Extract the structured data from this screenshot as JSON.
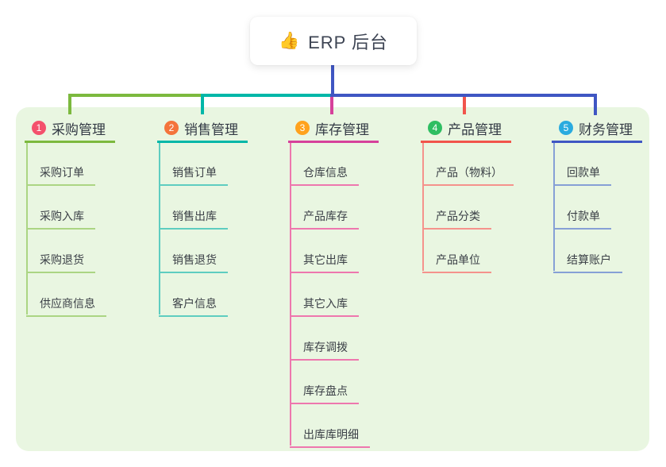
{
  "root": {
    "icon": "👍",
    "title": "ERP 后台"
  },
  "colors": {
    "canvas": "#ffffff",
    "panel": "#e9f6e1",
    "connector_blue": "#3f56c3",
    "title_text": "#3d4453",
    "node_text": "#3a3f46"
  },
  "branches": [
    {
      "index": "1",
      "label": "采购管理",
      "badge_color": "#f4516c",
      "line_color": "#7cb93e",
      "child_line_color": "#abd583",
      "children": [
        "采购订单",
        "采购入库",
        "采购退货",
        "供应商信息"
      ]
    },
    {
      "index": "2",
      "label": "销售管理",
      "badge_color": "#f4743b",
      "line_color": "#00b7a8",
      "child_line_color": "#5ecdc0",
      "children": [
        "销售订单",
        "销售出库",
        "销售退货",
        "客户信息"
      ]
    },
    {
      "index": "3",
      "label": "库存管理",
      "badge_color": "#ffa21d",
      "line_color": "#d6419b",
      "child_line_color": "#ee77ae",
      "children": [
        "仓库信息",
        "产品库存",
        "其它出库",
        "其它入库",
        "库存调拨",
        "库存盘点",
        "出库库明细"
      ]
    },
    {
      "index": "4",
      "label": "产品管理",
      "badge_color": "#2fbe62",
      "line_color": "#f1544b",
      "child_line_color": "#f5928c",
      "children": [
        "产品（物料）",
        "产品分类",
        "产品单位"
      ]
    },
    {
      "index": "5",
      "label": "财务管理",
      "badge_color": "#2aabdf",
      "line_color": "#3f56c3",
      "child_line_color": "#86a0d6",
      "children": [
        "回款单",
        "付款单",
        "结算账户"
      ]
    }
  ]
}
